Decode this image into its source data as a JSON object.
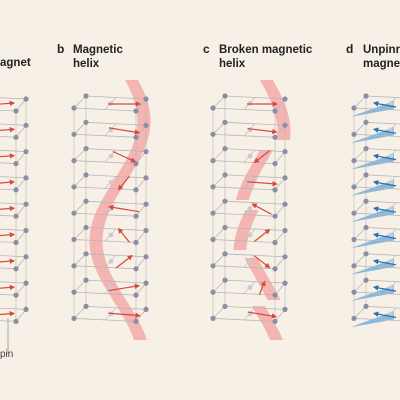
{
  "panels": [
    {
      "letter": "",
      "title": [
        "agnet"
      ]
    },
    {
      "letter": "b",
      "title": [
        "Magnetic",
        "helix"
      ]
    },
    {
      "letter": "c",
      "title": [
        "Broken magnetic",
        "helix"
      ]
    },
    {
      "letter": "d",
      "title": [
        "Unpinn",
        "magne"
      ]
    }
  ],
  "spin_label": "pin",
  "colors": {
    "background": "#f6f0e6",
    "lattice": "#b7b7b7",
    "node": "#8c8ea6",
    "node_light": "#c9cad6",
    "helix": "#f2a0a0",
    "arrow_red": "#d64a3a",
    "pin_blue": "#5aa0d8",
    "arrow_blue": "#2a6fb0"
  }
}
